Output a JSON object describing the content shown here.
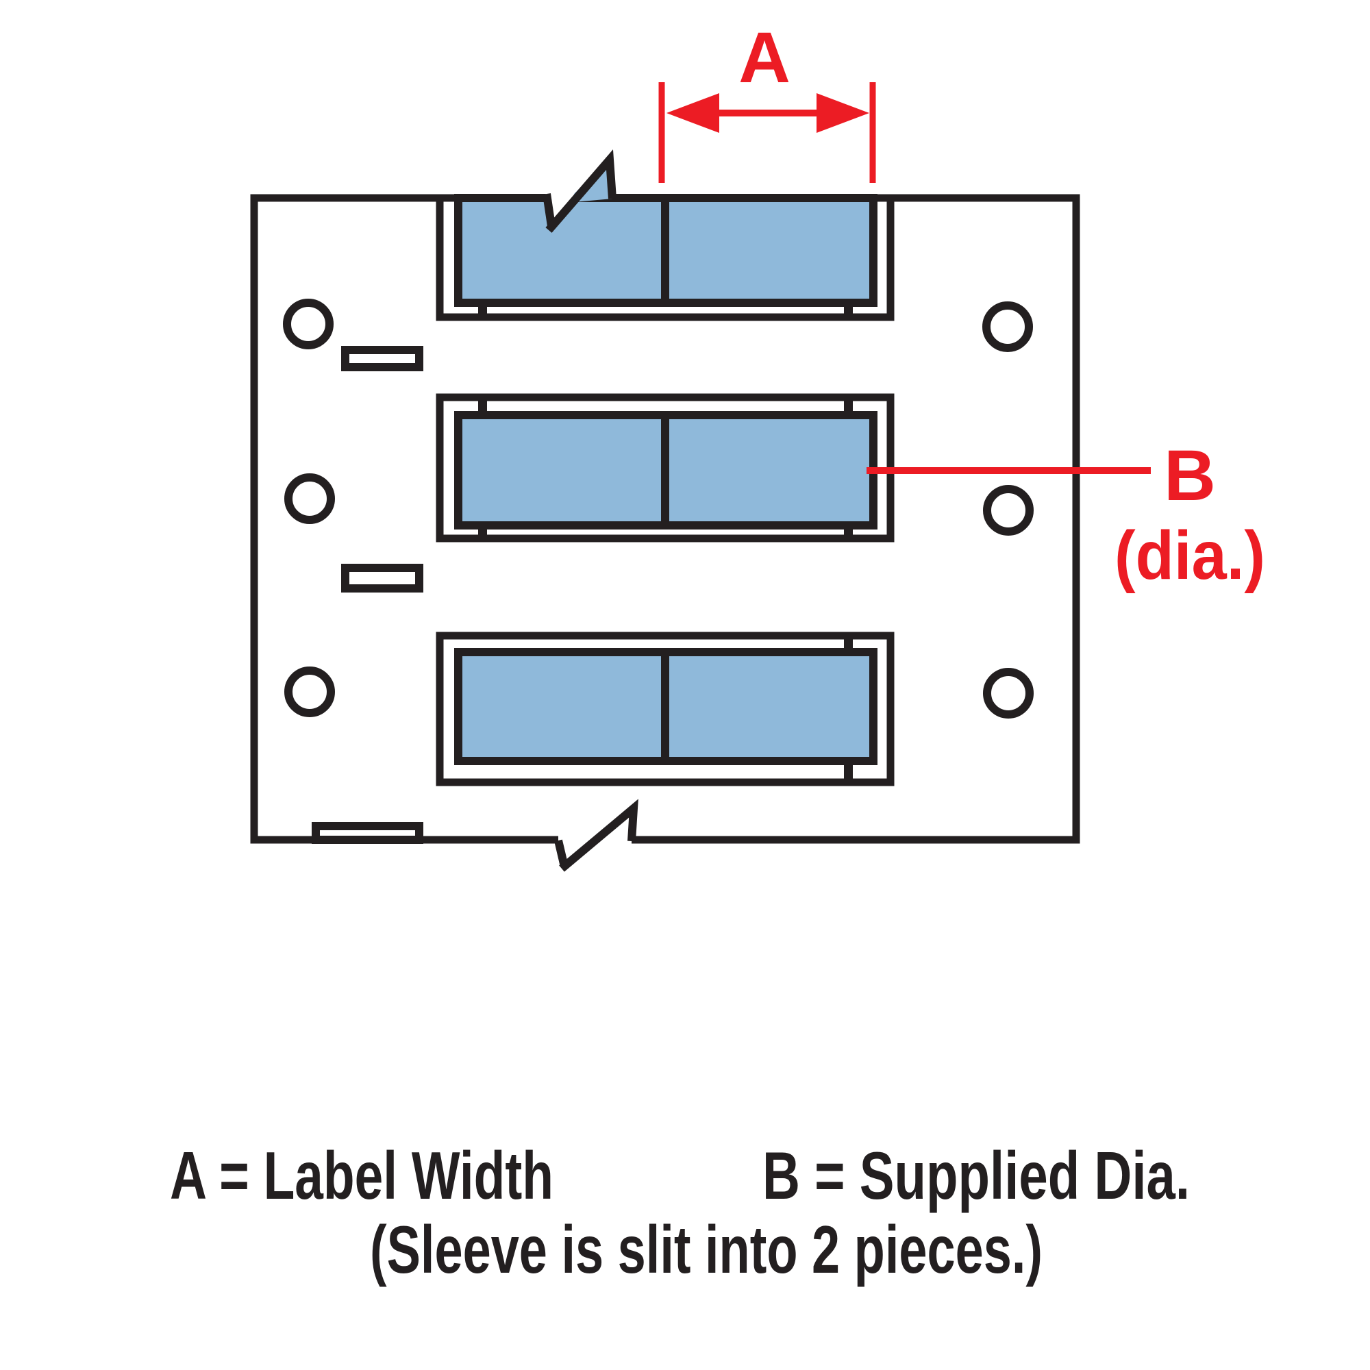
{
  "colors": {
    "red": "#EC1C24",
    "blue": "#8FB9DA",
    "black": "#231F20"
  },
  "annotations": {
    "dim_a_letter": "A",
    "dim_b_letter": "B",
    "dim_b_suffix": "(dia.)"
  },
  "legend": {
    "a_definition": "A = Label Width",
    "b_definition": "B = Supplied Dia.",
    "note": "(Sleeve is slit into 2 pieces.)"
  }
}
